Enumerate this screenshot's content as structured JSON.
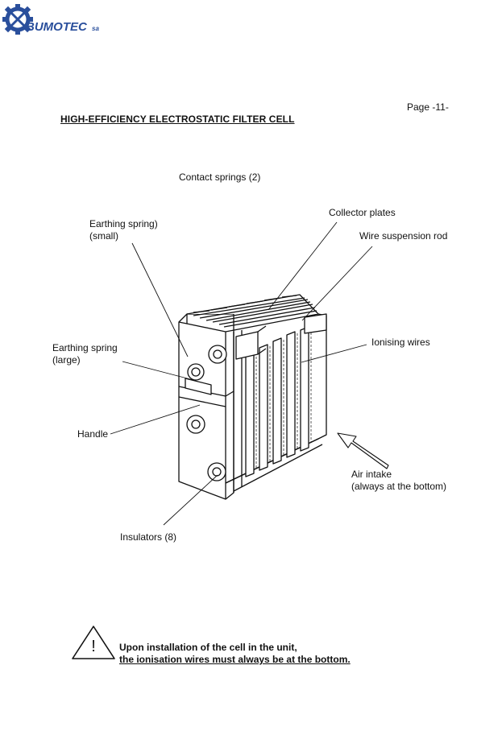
{
  "header": {
    "brand": "BUMOTEC",
    "brand_suffix": "sa",
    "page_number": "Page -11-"
  },
  "document": {
    "title": "HIGH-EFFICIENCY ELECTROSTATIC FILTER CELL"
  },
  "diagram": {
    "labels": {
      "contact_springs": "Contact springs (2)",
      "collector_plates": "Collector plates",
      "wire_suspension_rod": "Wire suspension rod",
      "earthing_spring_small_1": "Earthing spring)",
      "earthing_spring_small_2": "(small)",
      "ionising_wires": "Ionising wires",
      "earthing_spring_large_1": "Earthing spring",
      "earthing_spring_large_2": "(large)",
      "handle": "Handle",
      "air_intake_1": "Air intake",
      "air_intake_2": "(always at the bottom)",
      "insulators": "Insulators (8)"
    }
  },
  "warning": {
    "symbol": "!",
    "line1": "Upon installation of the cell in the unit,",
    "line2": "the ionisation wires must always be at the bottom."
  },
  "colors": {
    "ink": "#111111",
    "logo_blue": "#2a4f9c"
  }
}
